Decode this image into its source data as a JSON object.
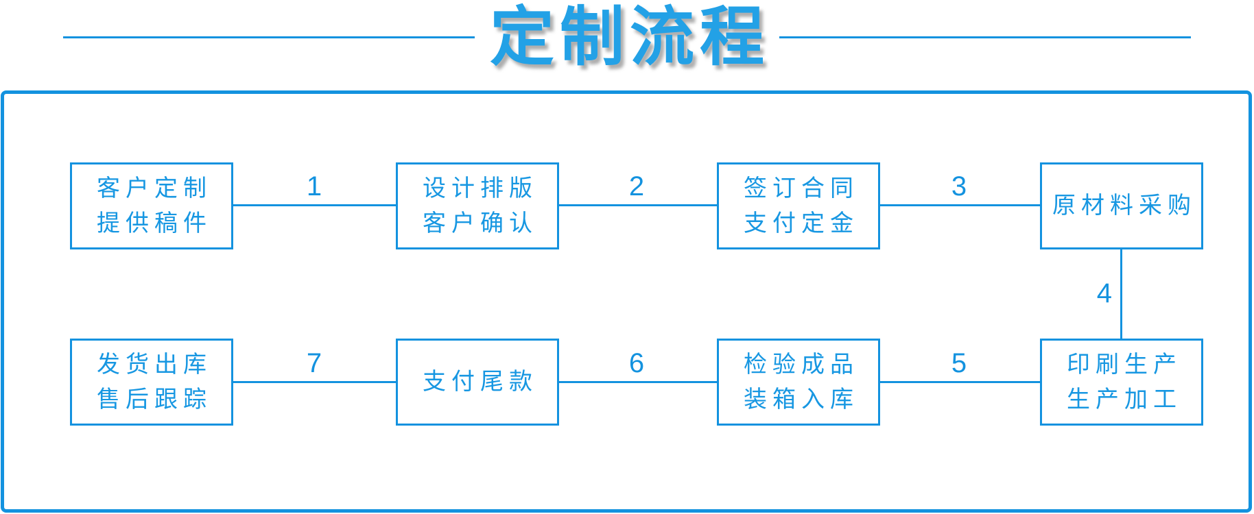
{
  "title": "定制流程",
  "colors": {
    "accent": "#1392DF",
    "title_blue": "#23A1E6",
    "box_text": "#1797E2"
  },
  "flow": {
    "top_row": [
      {
        "name": "customer-submit",
        "lines": [
          "客户定制",
          "提供稿件"
        ]
      },
      {
        "name": "design-confirm",
        "lines": [
          "设计排版",
          "客户确认"
        ]
      },
      {
        "name": "contract-deposit",
        "lines": [
          "签订合同",
          "支付定金"
        ]
      },
      {
        "name": "material-purchase",
        "lines": [
          "原材料采购"
        ]
      }
    ],
    "bottom_row": [
      {
        "name": "ship-aftersale",
        "lines": [
          "发货出库",
          "售后跟踪"
        ]
      },
      {
        "name": "final-payment",
        "lines": [
          "支付尾款"
        ]
      },
      {
        "name": "inspect-pack",
        "lines": [
          "检验成品",
          "装箱入库"
        ]
      },
      {
        "name": "print-process",
        "lines": [
          "印刷生产",
          "生产加工"
        ]
      }
    ],
    "connector_labels": {
      "c1": "1",
      "c2": "2",
      "c3": "3",
      "c4": "4",
      "c5": "5",
      "c6": "6",
      "c7": "7"
    }
  }
}
